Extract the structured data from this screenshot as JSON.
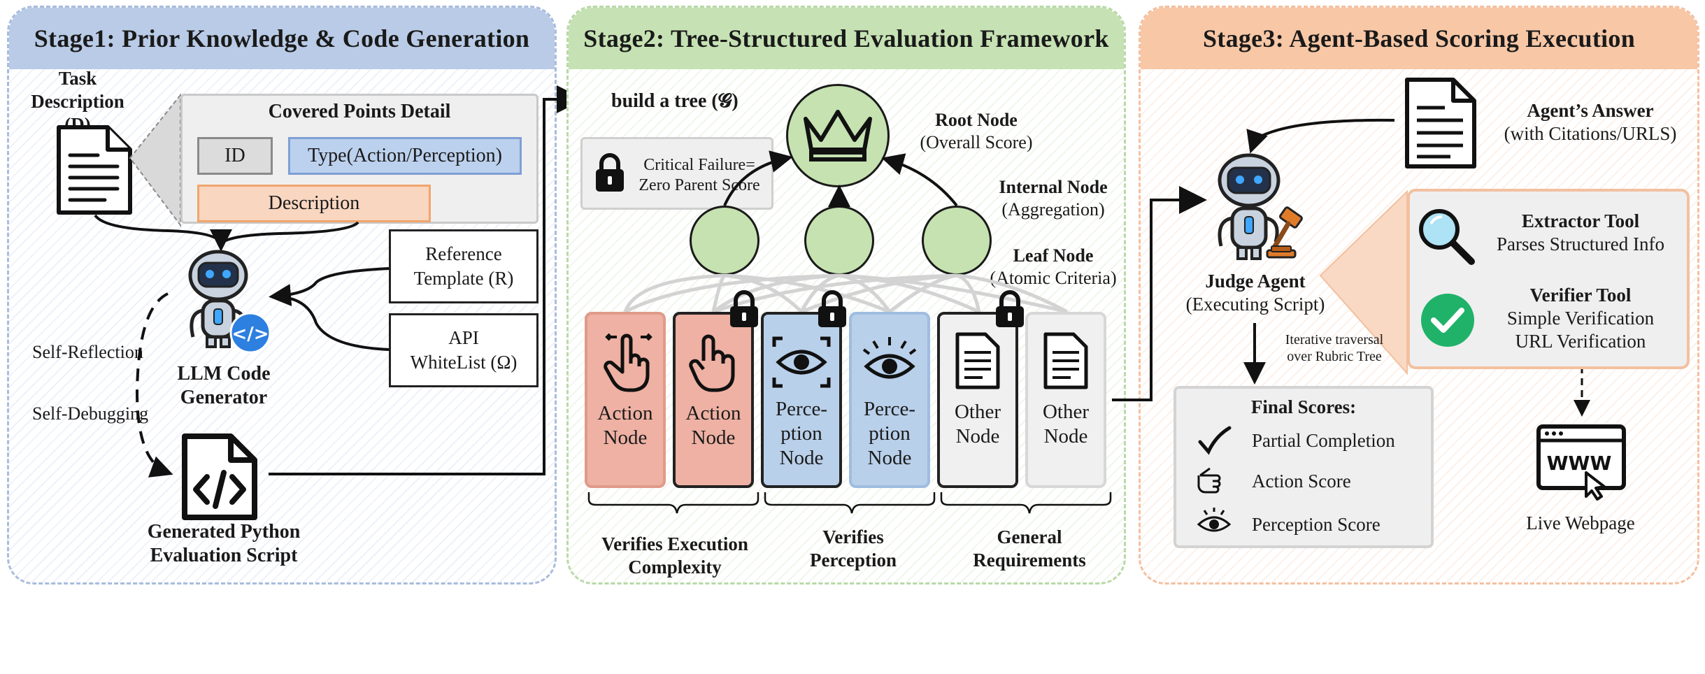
{
  "stage1": {
    "title": "Stage1: Prior Knowledge & Code Generation",
    "task_desc_1": "Task Description",
    "task_desc_2": "(D)",
    "covered_title": "Covered Points Detail",
    "id_label": "ID",
    "type_label": "Type(Action/Perception)",
    "desc_label": "Description",
    "ref_1": "Reference",
    "ref_2": "Template (R)",
    "api_1": "API",
    "api_2": "WhiteList (Ω)",
    "self_reflection": "Self-Reflection",
    "self_debugging": "Self-Debugging",
    "llm_1": "LLM Code",
    "llm_2": "Generator",
    "gen_1": "Generated Python",
    "gen_2": "Evaluation Script"
  },
  "stage2": {
    "title": "Stage2: Tree-Structured Evaluation Framework",
    "build_tree": "build a tree (𝓖)",
    "critical_1": "Critical Failure=",
    "critical_2": "Zero Parent Score",
    "root_title": "Root Node",
    "root_sub": "(Overall Score)",
    "internal_title": "Internal Node",
    "internal_sub": "(Aggregation)",
    "leaf_title": "Leaf Node",
    "leaf_sub": "(Atomic Criteria)",
    "nodes": [
      {
        "l1": "Action",
        "l2": "Node",
        "l3": ""
      },
      {
        "l1": "Action",
        "l2": "Node",
        "l3": ""
      },
      {
        "l1": "Perce-",
        "l2": "ption",
        "l3": "Node"
      },
      {
        "l1": "Perce-",
        "l2": "ption",
        "l3": "Node"
      },
      {
        "l1": "Other",
        "l2": "Node",
        "l3": ""
      },
      {
        "l1": "Other",
        "l2": "Node",
        "l3": ""
      }
    ],
    "group1_1": "Verifies Execution",
    "group1_2": "Complexity",
    "group2_1": "Verifies",
    "group2_2": "Perception",
    "group3_1": "General",
    "group3_2": "Requirements"
  },
  "stage3": {
    "title": "Stage3: Agent-Based Scoring Execution",
    "answer_title": "Agent’s Answer",
    "answer_sub": "(with Citations/URLS)",
    "judge_title": "Judge Agent",
    "judge_sub": "(Executing Script)",
    "extractor_title": "Extractor Tool",
    "extractor_sub": "Parses Structured Info",
    "verifier_title": "Verifier Tool",
    "verifier_sub1": "Simple Verification",
    "verifier_sub2": "URL Verification",
    "iter_1": "Iterative traversal",
    "iter_2": "over Rubric Tree",
    "final_title": "Final Scores:",
    "scores": [
      "Partial Completion",
      "Action Score",
      "Perception Score"
    ],
    "live": "Live Webpage"
  },
  "colors": {
    "stage1": "#b9cbe6",
    "stage2": "#c6e2b4",
    "stage3": "#f7c7a6",
    "action_node": "#eeb1a3",
    "perception_node": "#b9d0ea",
    "other_node": "#f0f0f0",
    "tree_circle": "#c5e2b0"
  },
  "icons": [
    "document-icon",
    "robot-icon",
    "code-file-icon",
    "crown-icon",
    "lock-icon",
    "tap-hand-icon",
    "eye-icon",
    "magnifier-icon",
    "checkmark-icon",
    "gavel-icon",
    "browser-icon"
  ]
}
